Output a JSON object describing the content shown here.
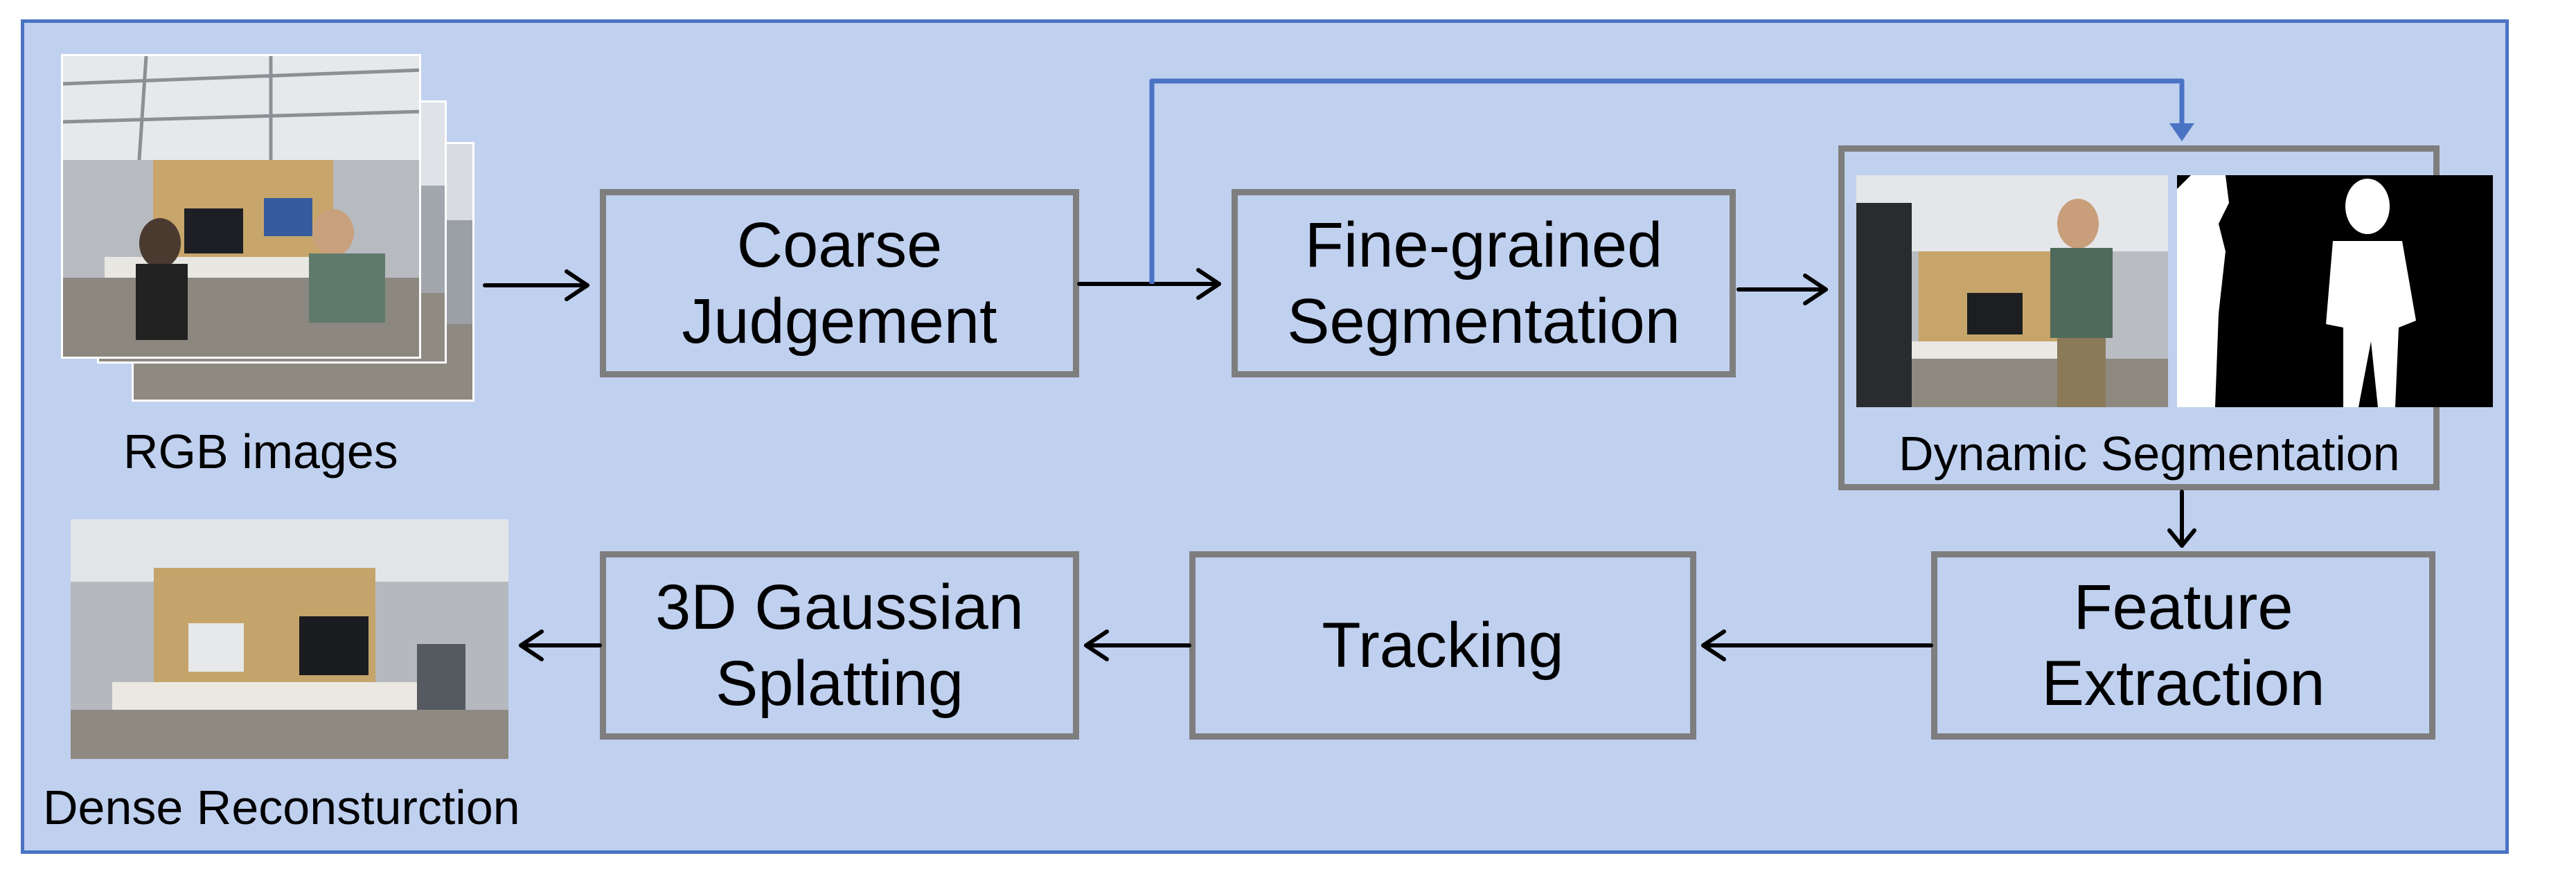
{
  "colors": {
    "background": "#c0d0ef",
    "border": "#4a73c4",
    "box_border": "#7e7e7e",
    "feedback_arrow": "#4a73c4",
    "arrow": "#000000"
  },
  "boxes": {
    "coarse": {
      "line1": "Coarse",
      "line2": "Judgement"
    },
    "fine": {
      "line1": "Fine-grained",
      "line2": "Segmentation"
    },
    "feature": {
      "line1": "Feature",
      "line2": "Extraction"
    },
    "tracking": {
      "line1": "Tracking"
    },
    "gaussian": {
      "line1": "3D Gaussian",
      "line2": "Splatting"
    }
  },
  "captions": {
    "rgb": "RGB images",
    "dynamic": "Dynamic Segmentation",
    "dense": "Dense Reconsturction"
  },
  "icons": {
    "rgb_stack": "office-scene-photo-stack",
    "dynamic_photo": "office-scene-with-people-photo",
    "mask": "binary-person-mask",
    "dense_photo": "reconstructed-office-scene-photo"
  }
}
